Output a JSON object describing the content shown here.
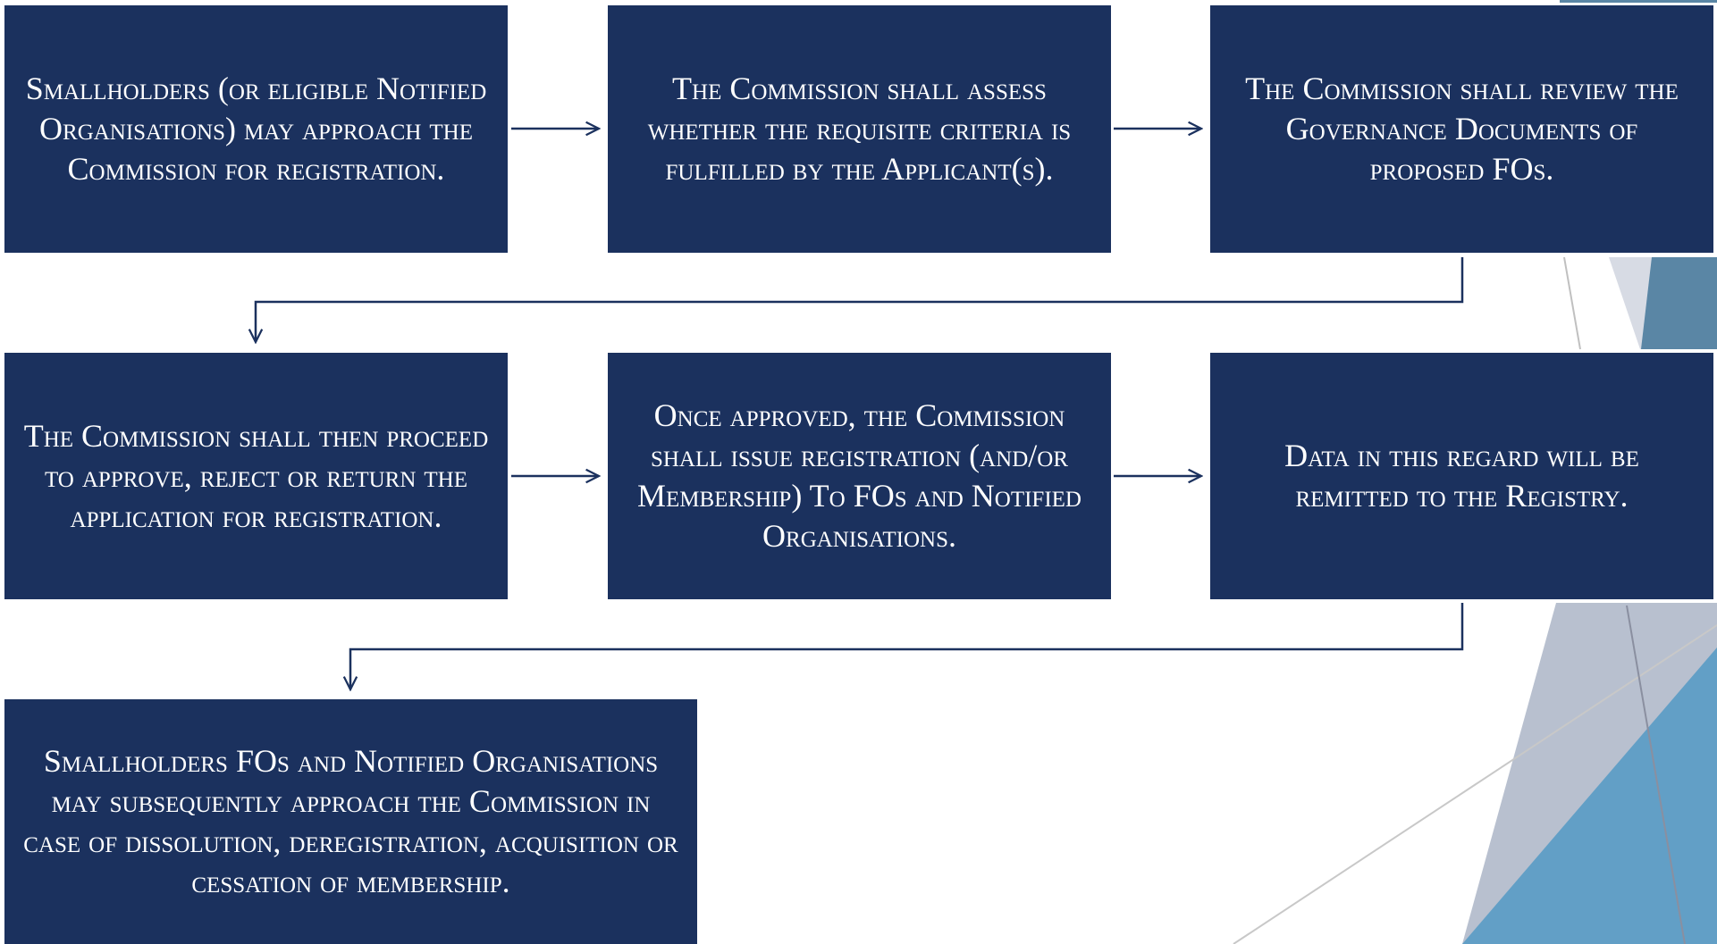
{
  "steps": [
    {
      "text": "Smallholders (or eligible Notified Organisations) may approach the Commission for registration."
    },
    {
      "text": "The Commission shall assess whether the requisite criteria is fulfilled by the Applicant(s)."
    },
    {
      "text": "The Commission shall review the Governance Documents of proposed FOs."
    },
    {
      "text": "The Commission shall then proceed to approve, reject or return the application for registration."
    },
    {
      "text": "Once approved, the Commission shall issue registration (and/or Membership) To FOs and Notified Organisations."
    },
    {
      "text": "Data in this regard will be remitted to the Registry."
    },
    {
      "text": "Smallholders FOs and Notified Organisations may subsequently approach the Commission in case of dissolution, deregistration, acquisition or cessation of membership."
    }
  ],
  "colors": {
    "box_fill": "#1b315e",
    "connector": "#1b315e",
    "accent_blue": "#5b9bc4",
    "accent_gray": "#a9b1c4"
  }
}
